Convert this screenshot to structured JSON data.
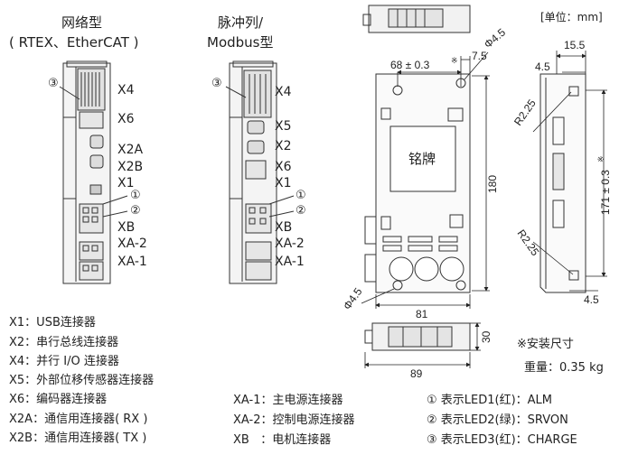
{
  "header": {
    "network_title": "网络型",
    "network_subtitle": "( RTEX、EtherCAT )",
    "pulse_title": "脉冲列/",
    "pulse_subtitle": "Modbus型",
    "unit": "[单位：mm]"
  },
  "left_device": {
    "callout": "③",
    "connectors": [
      "X4",
      "X6",
      "X2A",
      "X2B",
      "X1",
      "XB",
      "XA-2",
      "XA-1"
    ],
    "led_callouts": [
      "①",
      "②"
    ]
  },
  "mid_device": {
    "callout": "③",
    "connectors": [
      "X4",
      "X5",
      "X2",
      "X6",
      "X1",
      "XB",
      "XA-2",
      "XA-1"
    ],
    "led_callouts": [
      "①",
      "②"
    ]
  },
  "drawing": {
    "dim_68": "68 ± 0.3",
    "star": "※",
    "dim_7_5": "7.5",
    "dim_phi_top": "Φ4.5",
    "dim_15_5": "15.5",
    "dim_4_5_top": "4.5",
    "dim_r_top": "R2.25",
    "dim_180": "180",
    "dim_171": "171 ± 0.3",
    "dim_r_bottom": "R2.25",
    "dim_4_5_bottom": "4.5",
    "dim_phi_bottom": "Φ4.5",
    "dim_81": "81",
    "nameplate": "铭牌",
    "dim_30": "30",
    "dim_89": "89",
    "note_mount": "※安装尺寸",
    "weight": "重量：0.35 kg"
  },
  "legend": {
    "col1": [
      "X1：USB连接器",
      "X2：串行总线连接器",
      "X4：并行 I/O 连接器",
      "X5：外部位移传感器连接器",
      "X6：编码器连接器",
      "X2A：通信用连接器( RX )",
      "X2B：通信用连接器( TX )"
    ],
    "col2": [
      "XA-1：主电源连接器",
      "XA-2：控制电源连接器",
      "XB   ：电机连接器"
    ],
    "col3": [
      "① 表示LED1(红)：ALM",
      "② 表示LED2(绿)：SRVON",
      "③ 表示LED3(红)：CHARGE"
    ]
  }
}
